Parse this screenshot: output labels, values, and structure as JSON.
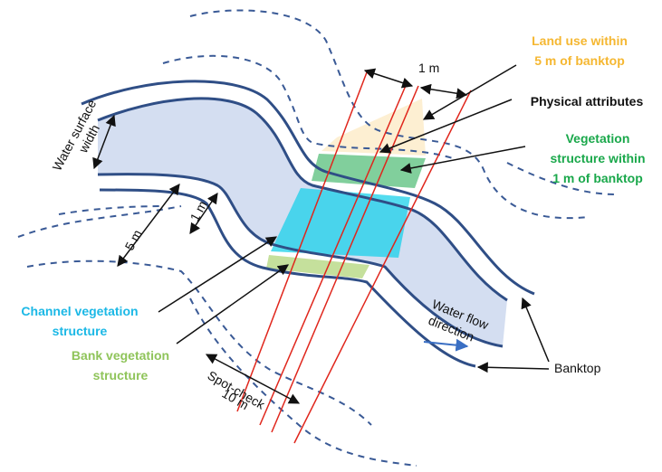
{
  "labels": {
    "land_use_line1": "Land use within",
    "land_use_line2": "5 m of banktop",
    "physical_attributes": "Physical attributes",
    "veg_structure_line1": "Vegetation",
    "veg_structure_line2": "structure within",
    "veg_structure_line3": "1 m of banktop",
    "channel_veg_line1": "Channel vegetation",
    "channel_veg_line2": "structure",
    "bank_veg_line1": "Bank vegetation",
    "bank_veg_line2": "structure",
    "banktop": "Banktop",
    "flow_line1": "Water flow",
    "flow_line2": "direction",
    "spot_check_line1": "Spot-check",
    "spot_check_line2": "10 m",
    "water_width_line1": "Water surface",
    "water_width_line2": "width",
    "dim_5m": "5 m",
    "dim_1m_left": "1 m",
    "dim_1m_top": "1 m"
  },
  "colors": {
    "land_use": "#f5b731",
    "vegetation": "#1aa84b",
    "channel": "#1bb8e6",
    "bank": "#8fc45a",
    "river_line": "#2f4e86",
    "transect": "#e0261c",
    "water": "#cdd8ee"
  }
}
